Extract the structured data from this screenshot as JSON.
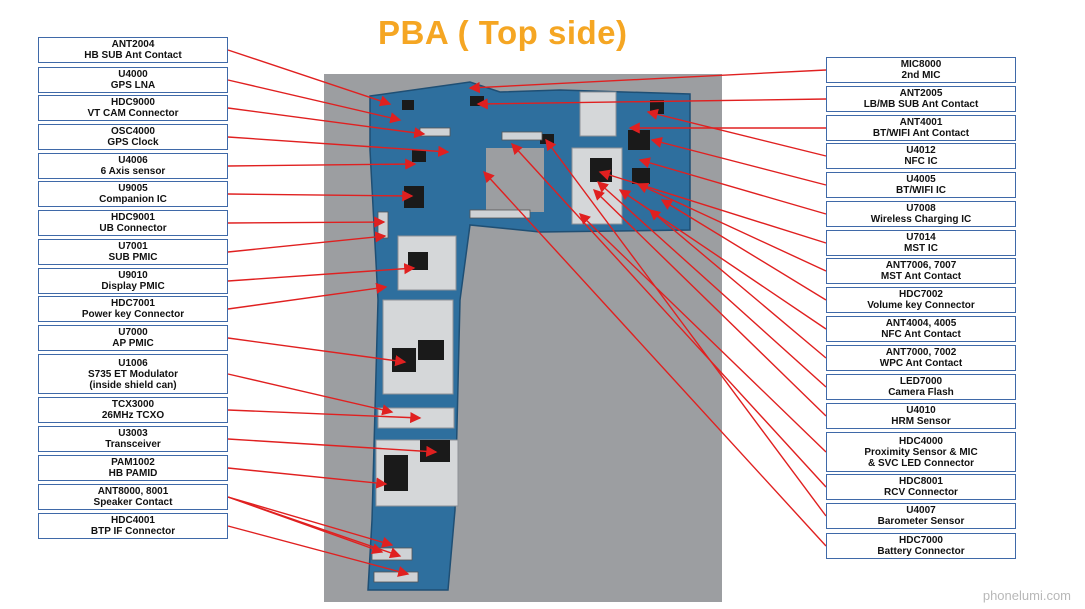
{
  "title": "PBA ( Top side)",
  "watermark": "phonelumi.com",
  "colors": {
    "title": "#f5a623",
    "arrow": "#e02020",
    "box_border": "#3f69a8",
    "board": "#2e6f9e",
    "chip": "#1a1a1a",
    "shield": "#d5d7d9"
  },
  "left_labels": [
    {
      "code": "ANT2004",
      "desc": "HB SUB Ant Contact"
    },
    {
      "code": "U4000",
      "desc": "GPS LNA"
    },
    {
      "code": "HDC9000",
      "desc": "VT CAM Connector"
    },
    {
      "code": "OSC4000",
      "desc": "GPS Clock"
    },
    {
      "code": "U4006",
      "desc": "6 Axis sensor"
    },
    {
      "code": "U9005",
      "desc": "Companion IC"
    },
    {
      "code": "HDC9001",
      "desc": "UB Connector"
    },
    {
      "code": "U7001",
      "desc": "SUB PMIC"
    },
    {
      "code": "U9010",
      "desc": "Display PMIC"
    },
    {
      "code": "HDC7001",
      "desc": "Power key Connector"
    },
    {
      "code": "U7000",
      "desc": "AP PMIC"
    },
    {
      "code": "U1006",
      "desc": "S735 ET Modulator",
      "desc2": "(inside shield can)"
    },
    {
      "code": "TCX3000",
      "desc": "26MHz TCXO"
    },
    {
      "code": "U3003",
      "desc": "Transceiver"
    },
    {
      "code": "PAM1002",
      "desc": "HB PAMID"
    },
    {
      "code": "ANT8000, 8001",
      "desc": "Speaker Contact"
    },
    {
      "code": "HDC4001",
      "desc": "BTP IF Connector"
    }
  ],
  "right_labels": [
    {
      "code": "MIC8000",
      "desc": "2nd MIC"
    },
    {
      "code": "ANT2005",
      "desc": "LB/MB SUB Ant Contact"
    },
    {
      "code": "ANT4001",
      "desc": "BT/WIFI Ant Contact"
    },
    {
      "code": "U4012",
      "desc": "NFC IC"
    },
    {
      "code": "U4005",
      "desc": "BT/WIFI IC"
    },
    {
      "code": "U7008",
      "desc": "Wireless Charging IC"
    },
    {
      "code": "U7014",
      "desc": "MST IC"
    },
    {
      "code": "ANT7006, 7007",
      "desc": "MST Ant Contact"
    },
    {
      "code": "HDC7002",
      "desc": "Volume key Connector"
    },
    {
      "code": "ANT4004, 4005",
      "desc": "NFC Ant Contact"
    },
    {
      "code": "ANT7000, 7002",
      "desc": "WPC Ant Contact"
    },
    {
      "code": "LED7000",
      "desc": "Camera Flash"
    },
    {
      "code": "U4010",
      "desc": "HRM Sensor"
    },
    {
      "code": "HDC4000",
      "desc": "Proximity Sensor & MIC",
      "desc2": "& SVC LED Connector"
    },
    {
      "code": "HDC8001",
      "desc": "RCV Connector"
    },
    {
      "code": "U4007",
      "desc": "Barometer Sensor"
    },
    {
      "code": "HDC7000",
      "desc": "Battery Connector"
    }
  ]
}
